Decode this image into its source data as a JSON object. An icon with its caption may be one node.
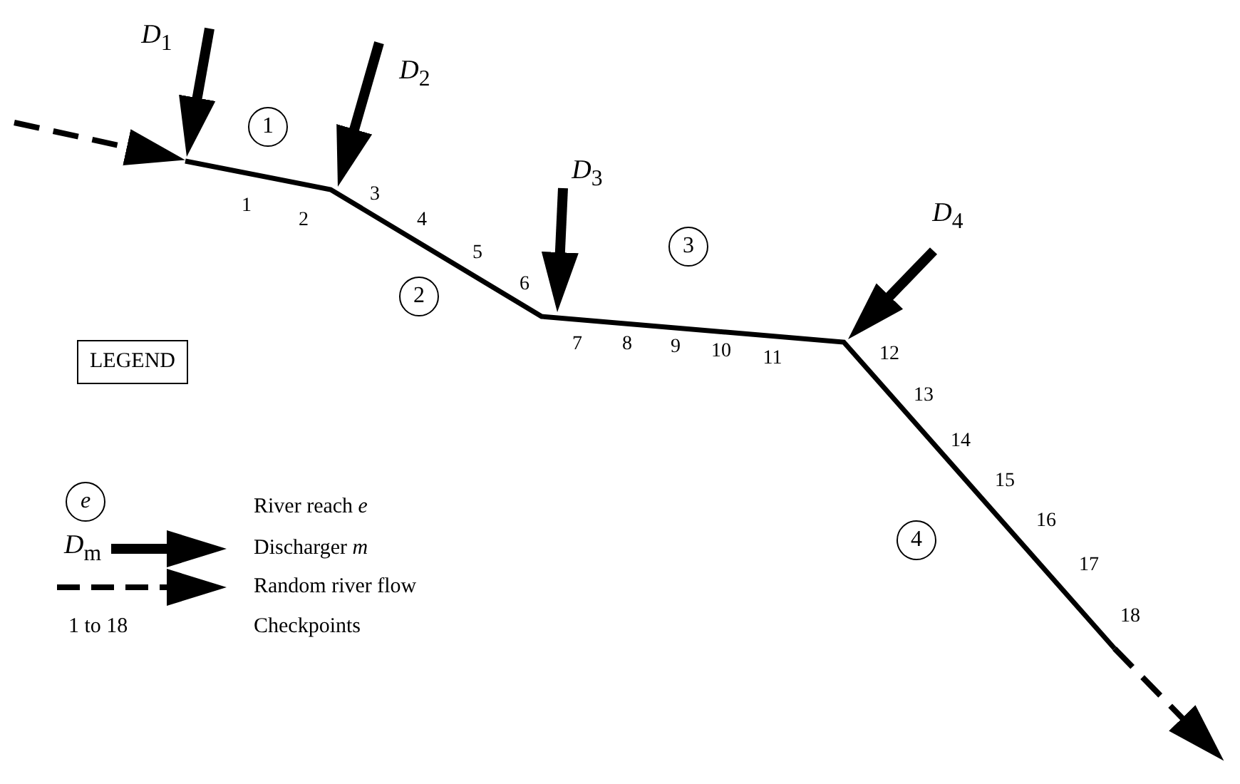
{
  "diagram": {
    "nodes": [
      {
        "text": [
          "*D*$_{1}$"
        ]
      },
      {
        "text": [
          "*D*$_{2}$"
        ]
      },
      {
        "text": [
          "*D*$_{3}$"
        ]
      },
      {
        "text": [
          "*D*$_{4}$"
        ]
      },
      {
        "text": [
          "1"
        ]
      },
      {
        "text": [
          "2"
        ]
      },
      {
        "text": [
          "3"
        ]
      },
      {
        "text": [
          "4"
        ]
      },
      {
        "text": [
          "LEGEND"
        ]
      },
      {
        "text": [
          "*e*"
        ]
      }
    ],
    "edges": [
      {
        "from": 0,
        "to": null,
        "arrow": "to"
      },
      {
        "from": 1,
        "to": null,
        "arrow": "to"
      },
      {
        "from": 2,
        "to": null,
        "arrow": "to"
      },
      {
        "from": 3,
        "to": null,
        "arrow": "to"
      }
    ],
    "labels": [
      "1",
      "2",
      "3",
      "4",
      "5",
      "6",
      "7",
      "8",
      "9",
      "10",
      "11",
      "12",
      "13",
      "14",
      "15",
      "16",
      "17",
      "18",
      "*D*$_{m}$",
      "1 to 18"
    ],
    "legend": [
      {
        "text": "River reach *e*"
      },
      {
        "text": "Discharger *m*"
      },
      {
        "text": "Random river flow"
      },
      {
        "text": "Checkpoints"
      }
    ]
  }
}
